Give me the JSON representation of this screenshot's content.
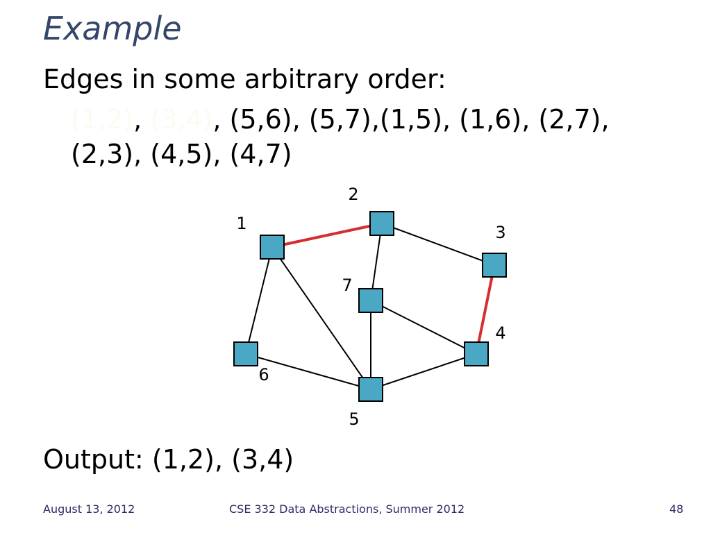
{
  "slide": {
    "title": "Example",
    "intro": "Edges in some arbitrary order:",
    "edges_faded_1": "(1,2)",
    "sep_1": ",",
    "edges_faded_2": "(3,4)",
    "edges_rest_1": ", (5,6), (5,7),(1,5), (1,6), (2,7),",
    "edges_rest_2": "(2,3), (4,5), (4,7)",
    "output": "Output: (1,2), (3,4)"
  },
  "footer": {
    "date": "August 13, 2012",
    "course": "CSE 332 Data Abstractions, Summer 2012",
    "page": "48"
  },
  "graph": {
    "colors": {
      "node_fill": "#4aa8c4",
      "edge": "#000000",
      "selected_edge": "#d62e2e"
    },
    "nodes": [
      {
        "id": "1",
        "label": "1"
      },
      {
        "id": "2",
        "label": "2"
      },
      {
        "id": "3",
        "label": "3"
      },
      {
        "id": "4",
        "label": "4"
      },
      {
        "id": "5",
        "label": "5"
      },
      {
        "id": "6",
        "label": "6"
      },
      {
        "id": "7",
        "label": "7"
      }
    ],
    "edges": [
      {
        "from": "1",
        "to": "2",
        "selected": true
      },
      {
        "from": "3",
        "to": "4",
        "selected": true
      },
      {
        "from": "5",
        "to": "6",
        "selected": false
      },
      {
        "from": "5",
        "to": "7",
        "selected": false
      },
      {
        "from": "1",
        "to": "5",
        "selected": false
      },
      {
        "from": "1",
        "to": "6",
        "selected": false
      },
      {
        "from": "2",
        "to": "7",
        "selected": false
      },
      {
        "from": "2",
        "to": "3",
        "selected": false
      },
      {
        "from": "4",
        "to": "5",
        "selected": false
      },
      {
        "from": "4",
        "to": "7",
        "selected": false
      }
    ]
  }
}
